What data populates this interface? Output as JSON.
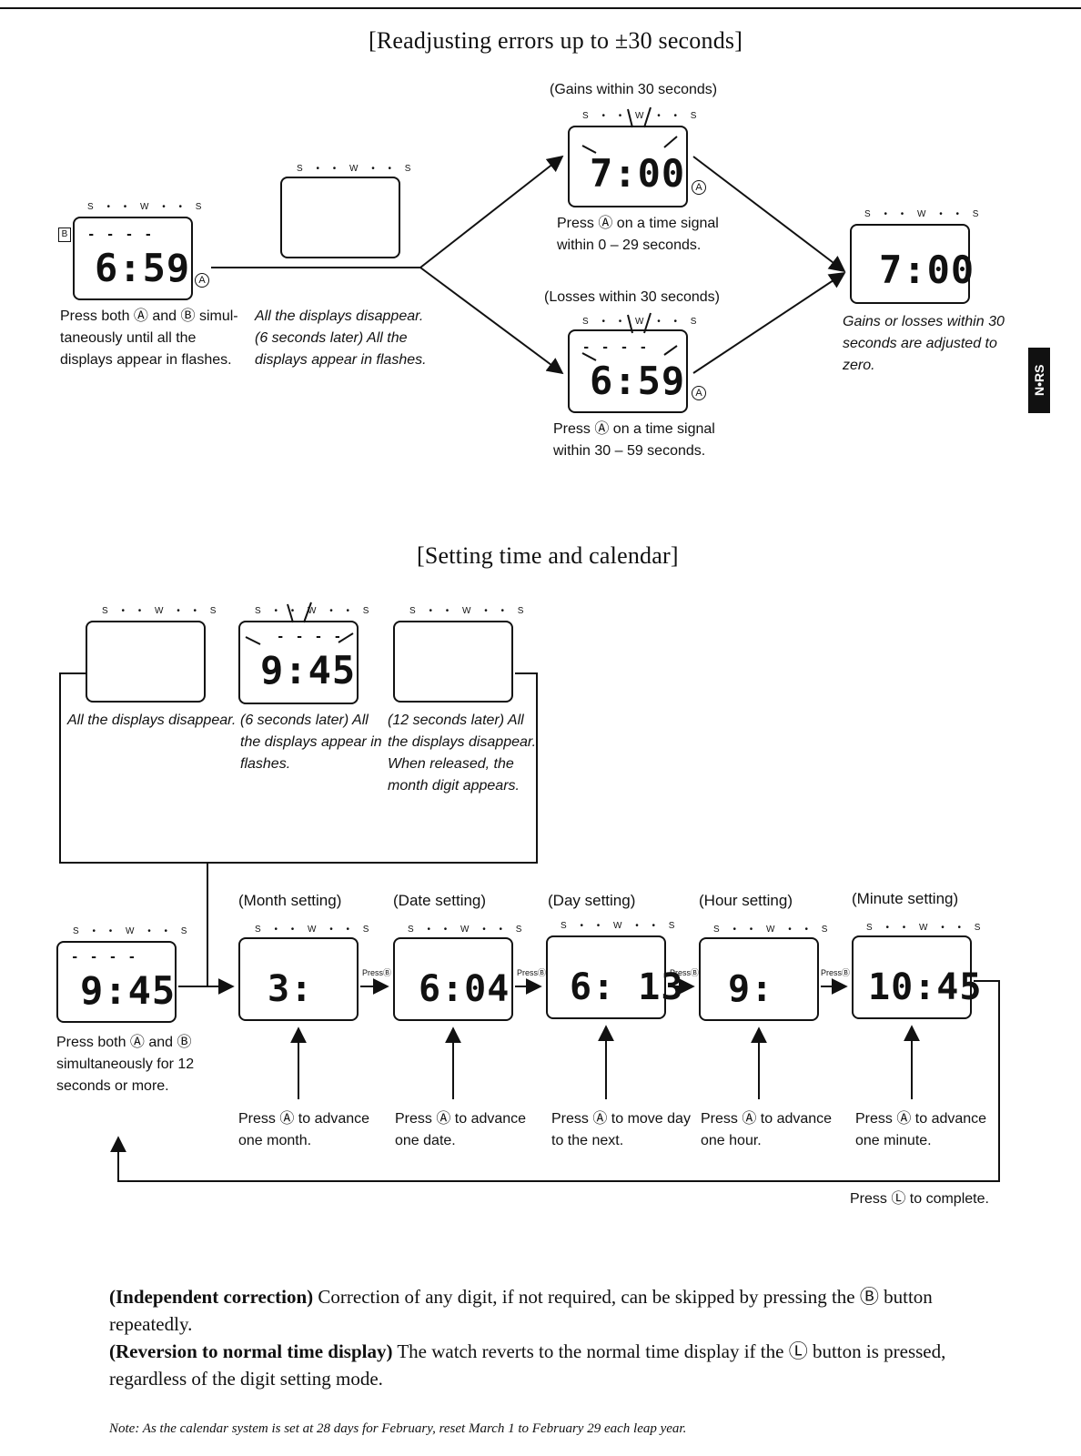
{
  "section1": {
    "title": "[Readjusting errors up to ±30 seconds]",
    "indicator": "S • • W • • S",
    "start_display": {
      "dashes": "- - - -",
      "time": "6:59",
      "caption": [
        "Press both Ⓐ and Ⓑ simul-",
        "taneously until all the",
        "displays appear in flashes."
      ]
    },
    "blank_display": {
      "caption": [
        "All the displays disappear.",
        "(6 seconds later) All the",
        "displays appear in flashes."
      ]
    },
    "gains": {
      "label": "(Gains within 30 seconds)",
      "time": "7:00",
      "caption": [
        "Press Ⓐ on a time signal",
        "within 0 – 29 seconds."
      ]
    },
    "losses": {
      "label": "(Losses within 30 seconds)",
      "dashes": "- - - -",
      "time": "6:59",
      "caption": [
        "Press Ⓐ on a time signal",
        "within 30 – 59 seconds."
      ]
    },
    "result": {
      "time": "7:00",
      "caption": [
        "Gains or losses within 30",
        "seconds are adjusted to",
        "zero."
      ]
    }
  },
  "side_tab": "N•RS",
  "section2": {
    "title": "[Setting time and calendar]",
    "indicator": "S • • W • • S",
    "top_row": [
      {
        "caption": [
          "All the displays disappear."
        ]
      },
      {
        "dashes": "- - - -",
        "time": "9:45",
        "caption": [
          "(6 seconds later) All",
          "the displays appear in",
          "flashes."
        ]
      },
      {
        "caption": [
          "(12 seconds later) All",
          "the displays disappear.",
          "When released, the",
          "month digit appears."
        ]
      }
    ],
    "start": {
      "dashes": "- - - -",
      "time": "9:45",
      "caption": [
        "Press both Ⓐ and Ⓑ",
        "simultaneously for 12",
        "seconds or more."
      ]
    },
    "steps": [
      {
        "heading": "(Month setting)",
        "display": "3:",
        "caption": [
          "Press Ⓐ to advance",
          "one month."
        ]
      },
      {
        "heading": "(Date setting)",
        "display": "6:04",
        "caption": [
          "Press Ⓐ to advance",
          "one date."
        ]
      },
      {
        "heading": "(Day setting)",
        "display": "6: 13",
        "caption": [
          "Press Ⓐ to move day",
          "to the next."
        ]
      },
      {
        "heading": "(Hour setting)",
        "display": "9:",
        "caption": [
          "Press Ⓐ to advance",
          "one hour."
        ]
      },
      {
        "heading": "(Minute setting)",
        "display": "10:45",
        "caption": [
          "Press Ⓐ to advance",
          "one minute."
        ]
      }
    ],
    "press_b_label": "PressⒷ",
    "complete": "Press Ⓛ to complete."
  },
  "notes": {
    "independent_head": "(Independent correction)",
    "independent_text": " Correction of any digit, if not required, can be skipped by pressing the Ⓑ button repeatedly.",
    "reversion_head": "(Reversion to normal time display)",
    "reversion_text": " The watch reverts to the normal time display if the Ⓛ button is pressed, regardless of the digit setting mode.",
    "footnote": "Note: As the calendar system is set at 28 days for February, reset March 1 to February 29 each leap year."
  }
}
